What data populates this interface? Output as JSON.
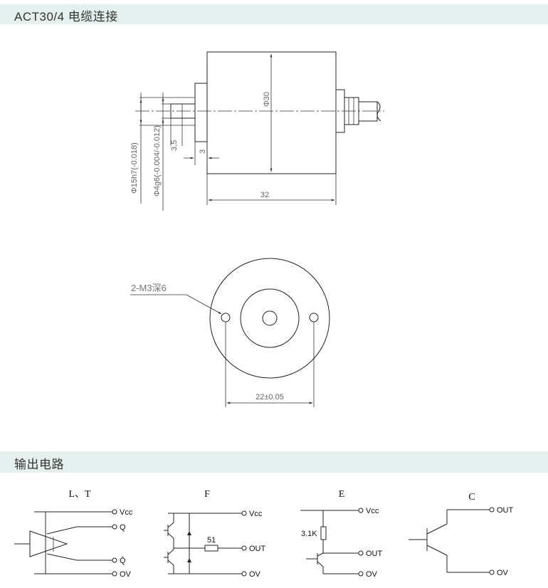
{
  "section1": {
    "title": "ACT30/4  电缆连接"
  },
  "side_view": {
    "dim_diameter": "Φ30",
    "dim_length": "32",
    "dim_shaft_len": "3,5",
    "dim_flange": "3",
    "dim_hub": "Φ15h7(-0.018)",
    "dim_shaft": "Φ4g6(-0.004/-0.012)"
  },
  "front_view": {
    "hole_label": "2-M3深6",
    "hole_spacing": "22±0.05"
  },
  "section2": {
    "title": "输出电路"
  },
  "circuits": {
    "lt": {
      "title": "L、T",
      "vcc": "Vcc",
      "q": "Q",
      "qbar": "Q̄",
      "ov": "OV"
    },
    "f": {
      "title": "F",
      "vcc": "Vcc",
      "resistor": "51",
      "out": "OUT",
      "ov": "OV"
    },
    "e": {
      "title": "E",
      "vcc": "Vcc",
      "resistor": "3.1K",
      "out": "OUT",
      "ov": "OV"
    },
    "c": {
      "title": "C",
      "out1": "OUT",
      "out2": "OV"
    }
  }
}
